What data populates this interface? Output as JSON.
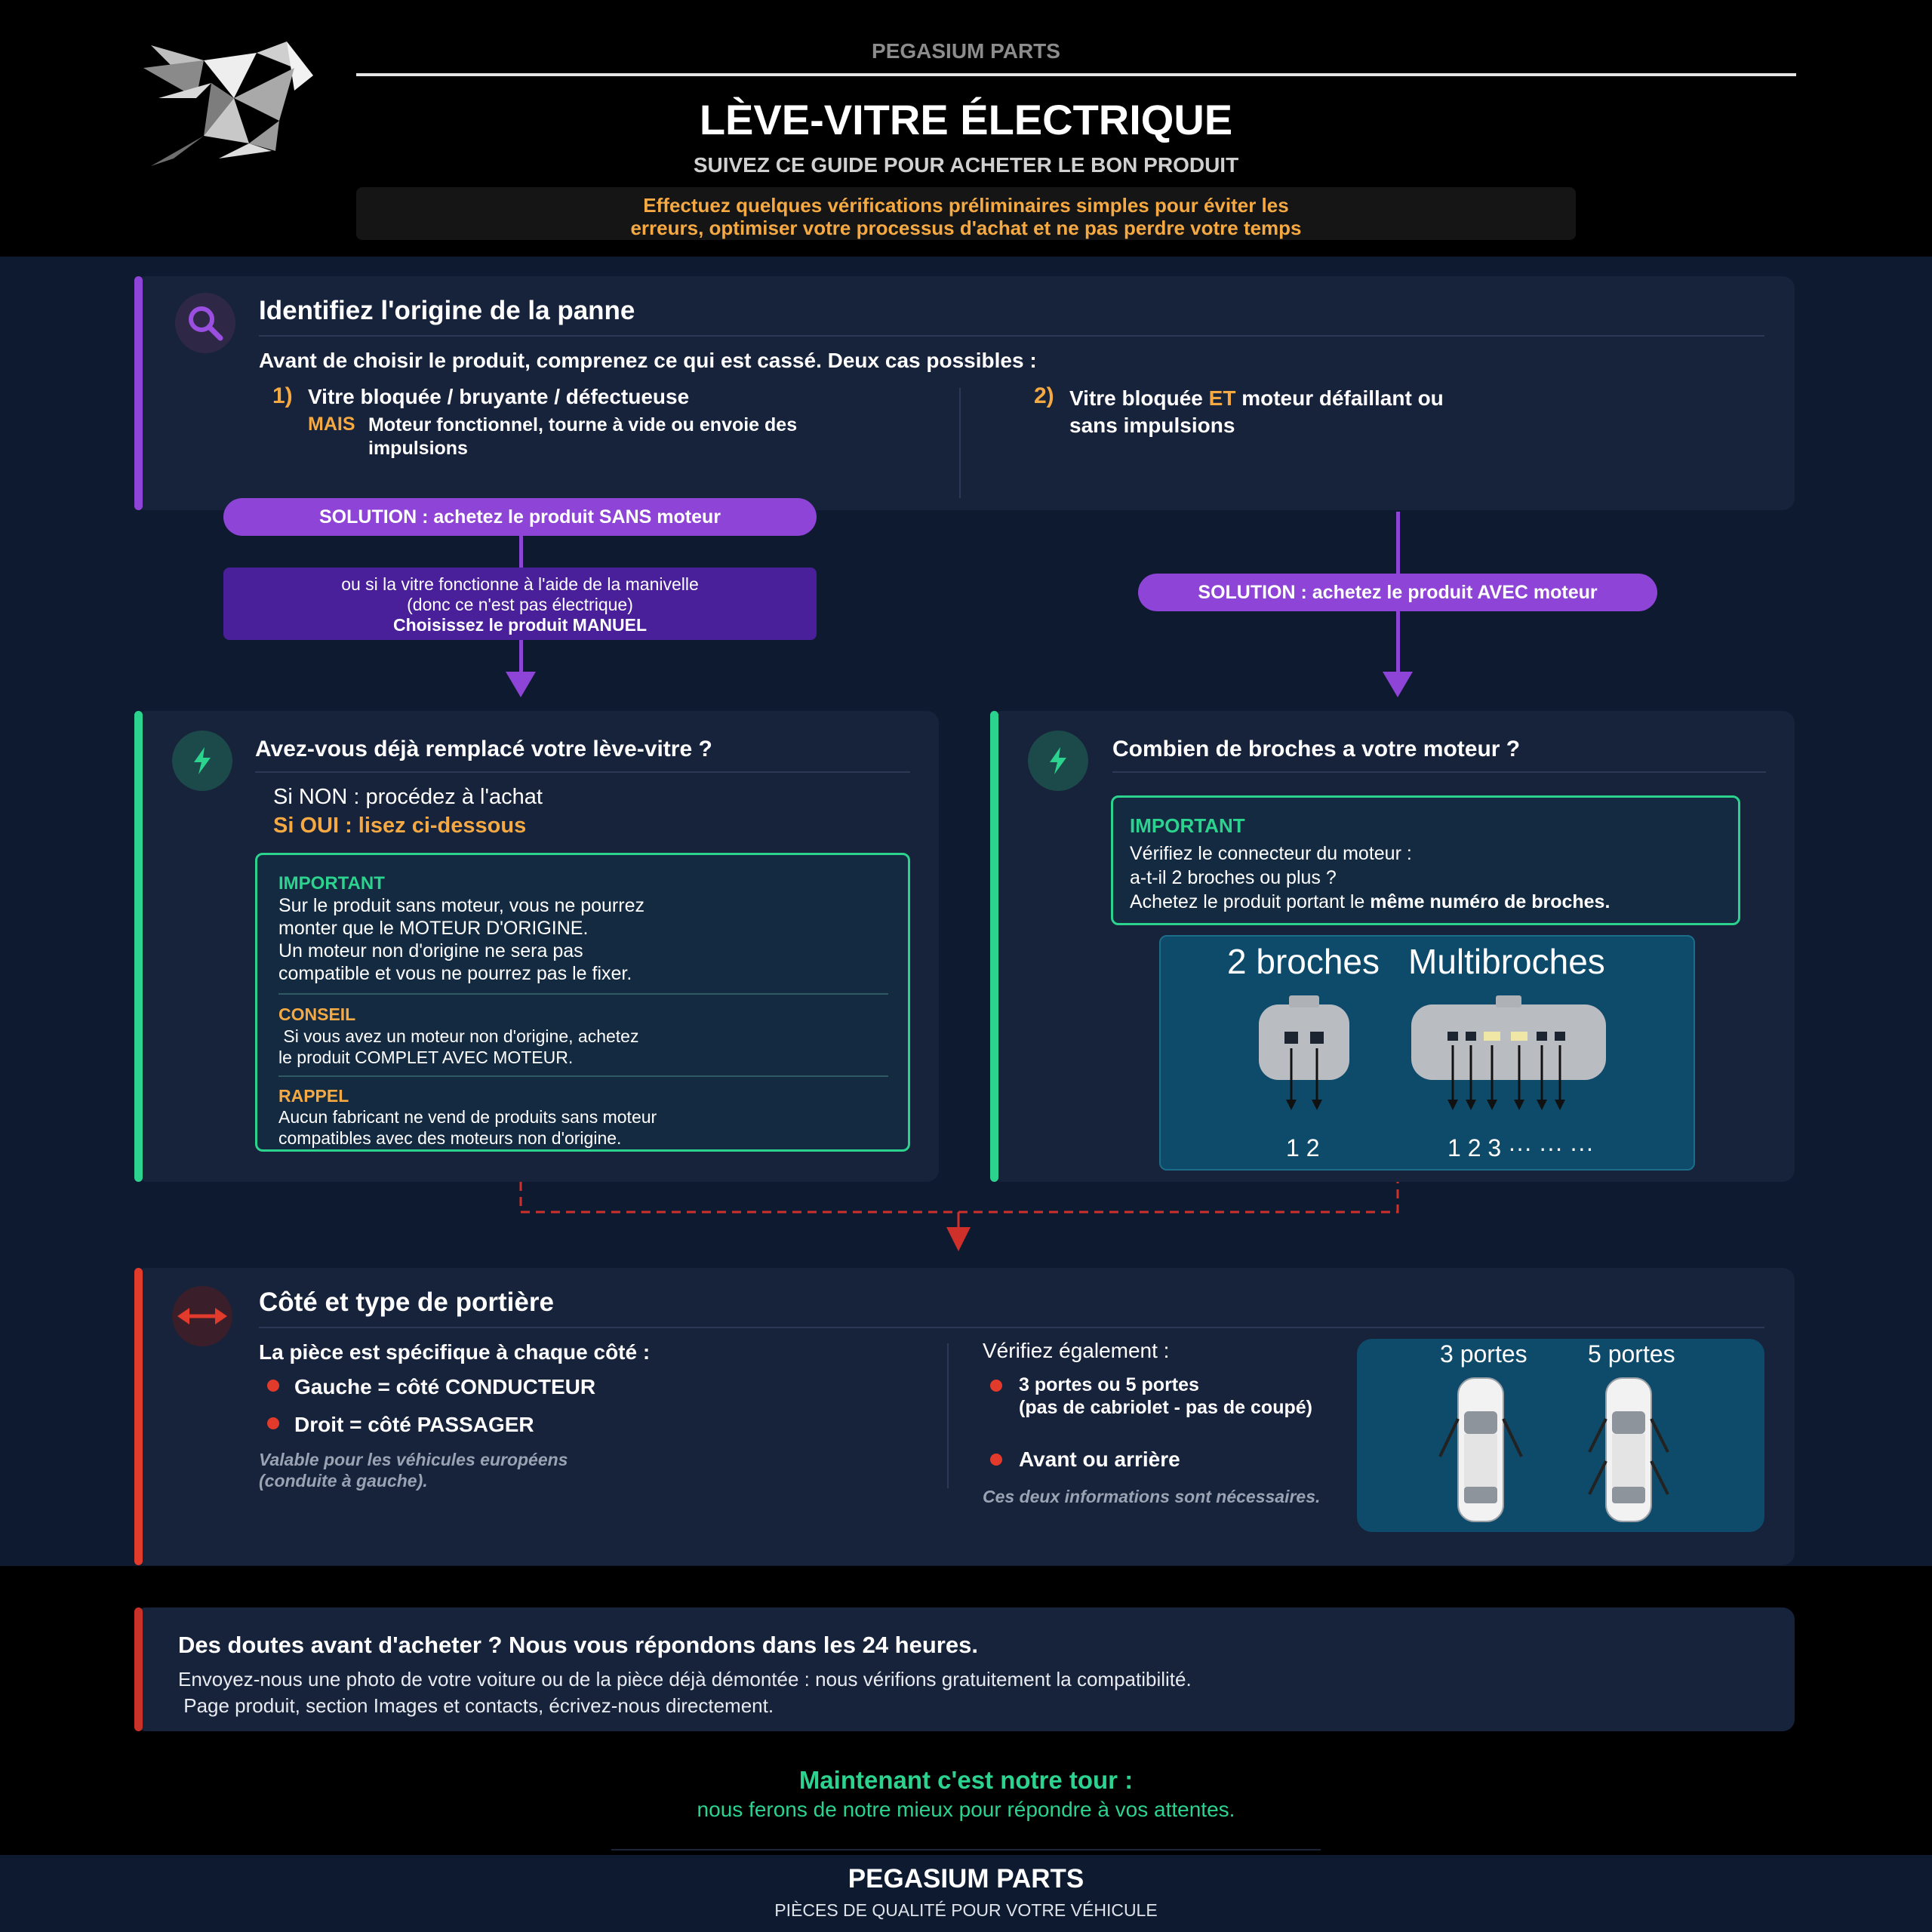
{
  "header": {
    "brand": "PEGASIUM PARTS",
    "title": "LÈVE-VITRE ÉLECTRIQUE",
    "subtitle": "SUIVEZ CE GUIDE POUR ACHETER LE BON PRODUIT",
    "note_line1": "Effectuez quelques vérifications préliminaires simples pour éviter les",
    "note_line2": "erreurs, optimiser votre processus d'achat et ne pas perdre votre temps",
    "logo_icon": "pegasus-logo-icon"
  },
  "section1": {
    "title": "Identifiez l'origine de la panne",
    "intro": "Avant de choisir le produit, comprenez ce qui est cassé. Deux cas possibles :",
    "case1_num": "1)",
    "case1_title": "Vitre bloquée / bruyante / défectueuse",
    "case1_mais": "MAIS",
    "case1_detail_line1": "Moteur fonctionnel, tourne à vide ou envoie des",
    "case1_detail_line2": "impulsions",
    "case2_num": "2)",
    "case2_title_a": "Vitre bloquée ",
    "case2_title_et": "ET",
    "case2_title_b": " moteur défaillant ou",
    "case2_title_line2": "sans impulsions",
    "icon": "search-icon"
  },
  "solutions": {
    "without_motor": "SOLUTION : achetez le produit SANS moteur",
    "with_motor": "SOLUTION : achetez le produit AVEC moteur",
    "manual_line1": "ou si la vitre fonctionne à l'aide de la manivelle",
    "manual_line2": "(donc ce n'est pas électrique)",
    "manual_line3": "Choisissez le produit MANUEL"
  },
  "section2": {
    "title": "Avez-vous déjà remplacé votre lève-vitre ?",
    "si_non": "Si NON : procédez à l'achat",
    "si_oui": "Si OUI : lisez ci-dessous",
    "important_label": "IMPORTANT",
    "important_line1": "Sur le produit sans moteur, vous ne pourrez",
    "important_line2": "monter que le MOTEUR D'ORIGINE.",
    "important_line3": "Un moteur non d'origine ne sera pas",
    "important_line4": "compatible et vous ne pourrez pas le fixer.",
    "conseil_label": "CONSEIL",
    "conseil_line1": " Si vous avez un moteur non d'origine, achetez",
    "conseil_line2": "le produit COMPLET AVEC MOTEUR.",
    "rappel_label": "RAPPEL",
    "rappel_line1": "Aucun fabricant ne vend de produits sans moteur",
    "rappel_line2": "compatibles avec des moteurs non d'origine.",
    "icon": "lightning-icon"
  },
  "section3": {
    "title": "Combien de broches a votre moteur ?",
    "important_label": "IMPORTANT",
    "line1": "Vérifiez le connecteur du moteur :",
    "line2": "a-t-il 2 broches ou plus ?",
    "line3_a": "Achetez le produit portant le ",
    "line3_b": "même numéro de broches.",
    "label_2": "2 broches",
    "label_multi": "Multibroches",
    "pins_2": "1 2",
    "pins_multi": "1 2 3 ··· ··· ···",
    "icon": "lightning-icon"
  },
  "section4": {
    "title": "Côté et type de portière",
    "intro": "La pièce est spécifique à chaque côté :",
    "left": "Gauche = côté CONDUCTEUR",
    "right": "Droit = côté PASSAGER",
    "note_line1": "Valable pour les véhicules européens",
    "note_line2": "(conduite à gauche).",
    "verify": "Vérifiez également :",
    "doors_line1": "3 portes ou 5 portes",
    "doors_line2": "(pas de cabriolet - pas de coupé)",
    "front_rear": "Avant ou arrière",
    "necessary": "Ces deux informations sont nécessaires.",
    "label_3": "3 portes",
    "label_5": "5 portes",
    "icon": "left-right-arrow-icon"
  },
  "contact": {
    "title": "Des doutes avant d'acheter ? Nous vous répondons dans les 24 heures.",
    "line1": "Envoyez-nous une photo de votre voiture ou de la pièce déjà démontée : nous vérifions gratuitement la compatibilité.",
    "line2": " Page produit, section Images et contacts, écrivez-nous directement."
  },
  "closing": {
    "title": "Maintenant c'est notre tour :",
    "subtitle": "nous ferons de notre mieux pour répondre à vos attentes."
  },
  "footer": {
    "brand": "PEGASIUM PARTS",
    "tagline": "PIÈCES DE QUALITÉ POUR VOTRE VÉHICULE"
  },
  "colors": {
    "purple": "#8e44d6",
    "green": "#2bd38f",
    "red": "#e23a2b",
    "orange": "#f5a942",
    "card": "#17223b",
    "navy": "#0d1a30"
  }
}
